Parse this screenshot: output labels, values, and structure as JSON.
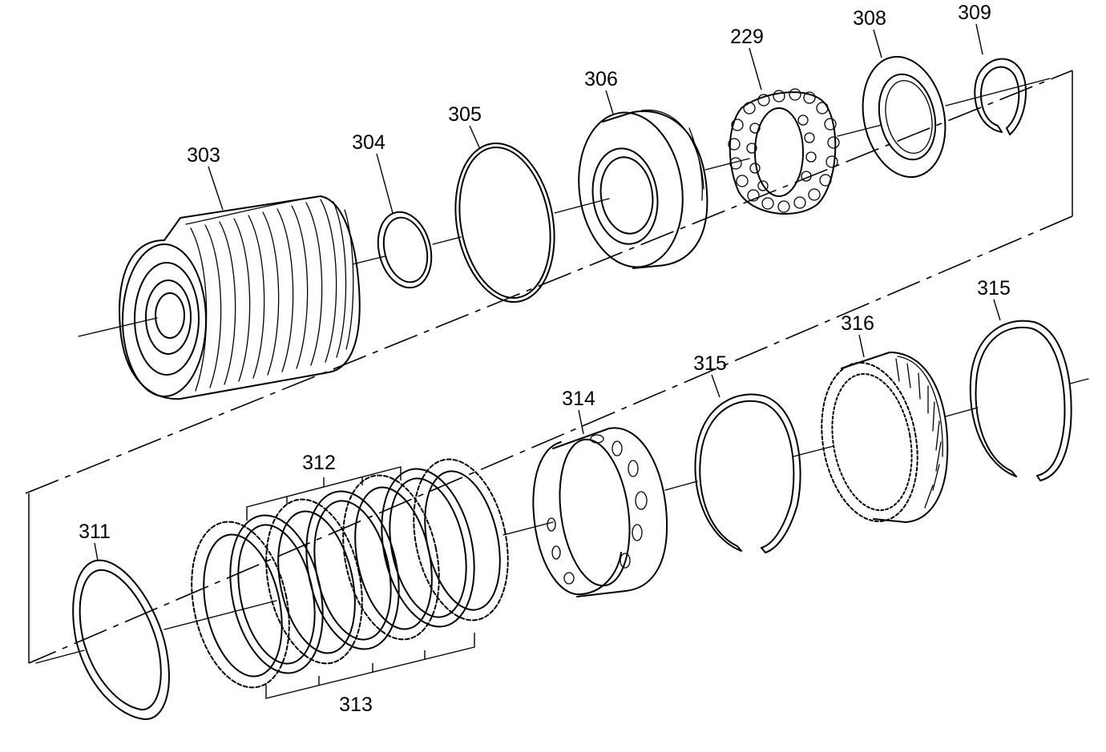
{
  "labels": {
    "p303": "303",
    "p304": "304",
    "p305": "305",
    "p306": "306",
    "p229": "229",
    "p308": "308",
    "p309": "309",
    "p311": "311",
    "p312": "312",
    "p313": "313",
    "p314": "314",
    "p315a": "315",
    "p315b": "315",
    "p316": "316"
  }
}
